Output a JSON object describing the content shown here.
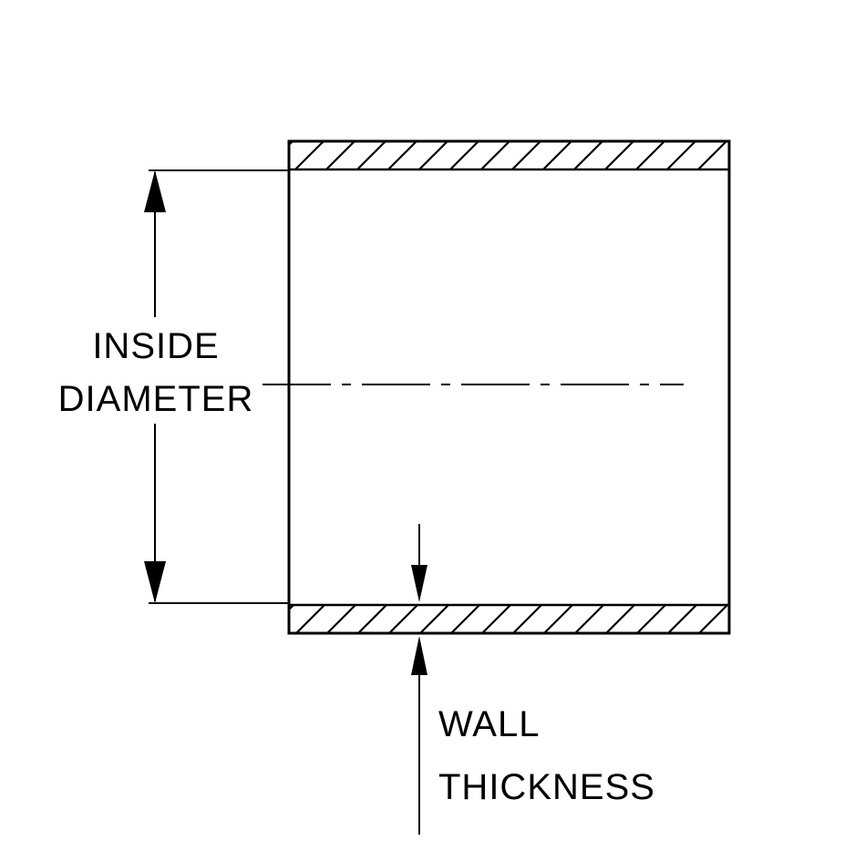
{
  "diagram": {
    "title": "hose-coupler-cross-section",
    "inside_diameter_label": {
      "line1": "INSIDE",
      "line2": "DIAMETER"
    },
    "wall_thickness_label": {
      "line1": "WALL",
      "line2": "THICKNESS"
    },
    "colors": {
      "ink": "#000000",
      "background": "#ffffff"
    }
  }
}
